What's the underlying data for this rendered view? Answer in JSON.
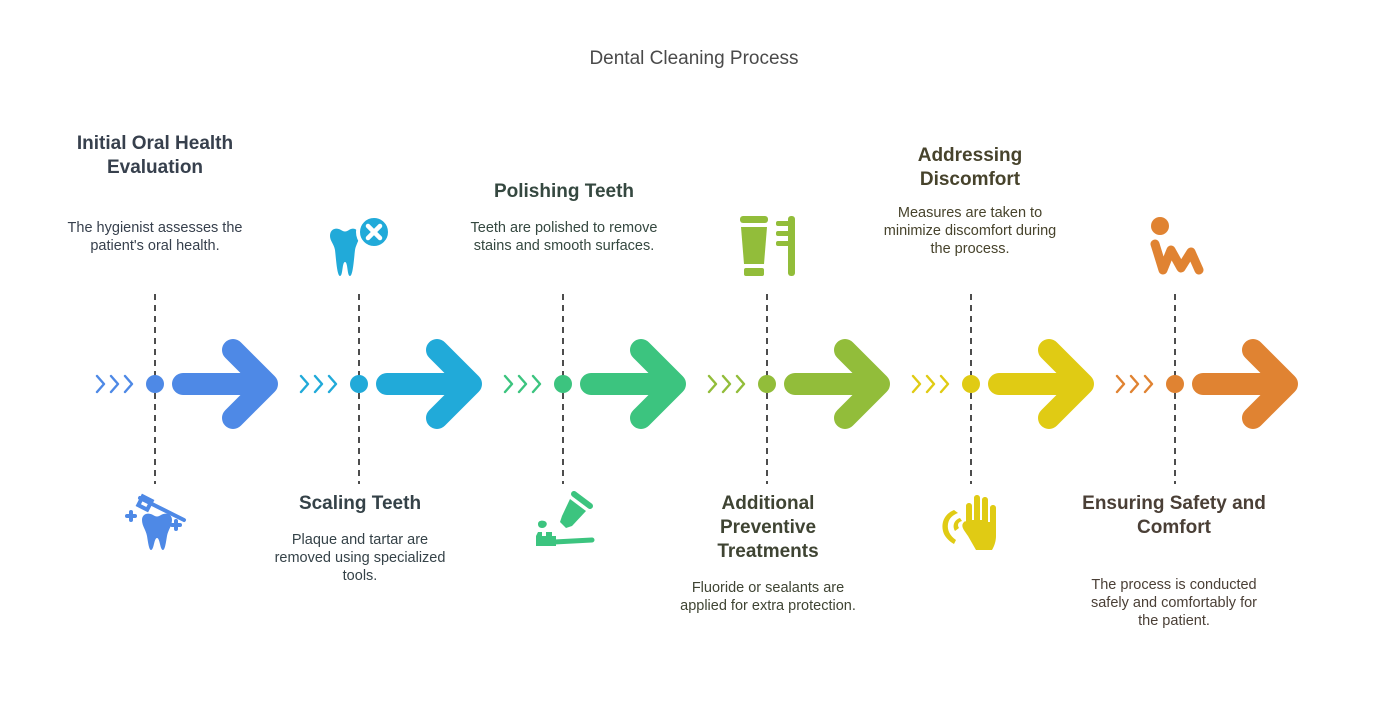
{
  "title": "Dental Cleaning Process",
  "steps": [
    {
      "id": 1,
      "title": "Initial Oral Health Evaluation",
      "description": "The hygienist assesses the patient's oral health.",
      "icon": "tooth-cleaning-icon",
      "color": "#4e89e6",
      "text_color": "#37404d",
      "text_position": "top"
    },
    {
      "id": 2,
      "title": "Scaling Teeth",
      "description": "Plaque and tartar are removed using specialized tools.",
      "icon": "tooth-remove-icon",
      "color": "#21aad9",
      "text_color": "#354248",
      "text_position": "bottom"
    },
    {
      "id": 3,
      "title": "Polishing Teeth",
      "description": "Teeth are polished to remove stains and smooth surfaces.",
      "icon": "toothpaste-brush-icon",
      "color": "#3cc47f",
      "text_color": "#354840",
      "text_position": "top"
    },
    {
      "id": 4,
      "title": "Additional Preventive Treatments",
      "description": "Fluoride or sealants are applied for extra protection.",
      "icon": "toothpaste-tube-icon",
      "color": "#92bd3a",
      "text_color": "#3f4433",
      "text_position": "bottom"
    },
    {
      "id": 5,
      "title": "Addressing Discomfort",
      "description": "Measures are taken to minimize discomfort during the process.",
      "icon": "hand-wave-icon",
      "color": "#e0cb14",
      "text_color": "#47432c",
      "text_position": "top"
    },
    {
      "id": 6,
      "title": "Ensuring Safety and Comfort",
      "description": "The process is conducted safely and comfortably for the patient.",
      "icon": "person-relaxing-icon",
      "color": "#e08332",
      "text_color": "#4a3f36",
      "text_position": "bottom"
    }
  ]
}
